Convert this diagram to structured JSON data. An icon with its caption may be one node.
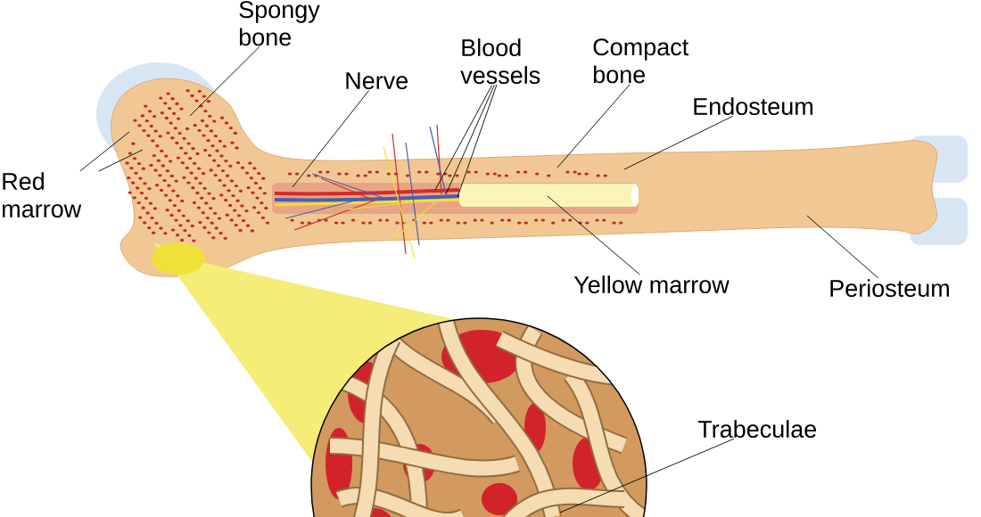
{
  "diagram": {
    "nodes": [
      {
        "text": [
          "Spongy bone"
        ]
      },
      {
        "text": [
          "Red marrow"
        ]
      },
      {
        "text": [
          "Nerve"
        ]
      },
      {
        "text": [
          "Blood vessels"
        ]
      },
      {
        "text": [
          "Compact bone"
        ]
      },
      {
        "text": [
          "Endosteum"
        ]
      },
      {
        "text": [
          "Yellow marrow"
        ]
      },
      {
        "text": [
          "Periosteum"
        ]
      },
      {
        "text": [
          "Trabeculae"
        ]
      }
    ],
    "edges": [
      {
        "from": 0,
        "to": null,
        "arrow": "none"
      },
      {
        "from": 1,
        "to": null,
        "arrow": "none"
      },
      {
        "from": 1,
        "to": null,
        "arrow": "none"
      },
      {
        "from": 2,
        "to": null,
        "arrow": "none"
      },
      {
        "from": 3,
        "to": null,
        "arrow": "none"
      },
      {
        "from": 3,
        "to": null,
        "arrow": "none"
      },
      {
        "from": 3,
        "to": null,
        "arrow": "none"
      },
      {
        "from": 4,
        "to": null,
        "arrow": "none"
      },
      {
        "from": 5,
        "to": null,
        "arrow": "none"
      },
      {
        "from": 6,
        "to": null,
        "arrow": "none"
      },
      {
        "from": 7,
        "to": null,
        "arrow": "none"
      },
      {
        "from": 8,
        "to": null,
        "arrow": "none"
      }
    ]
  }
}
